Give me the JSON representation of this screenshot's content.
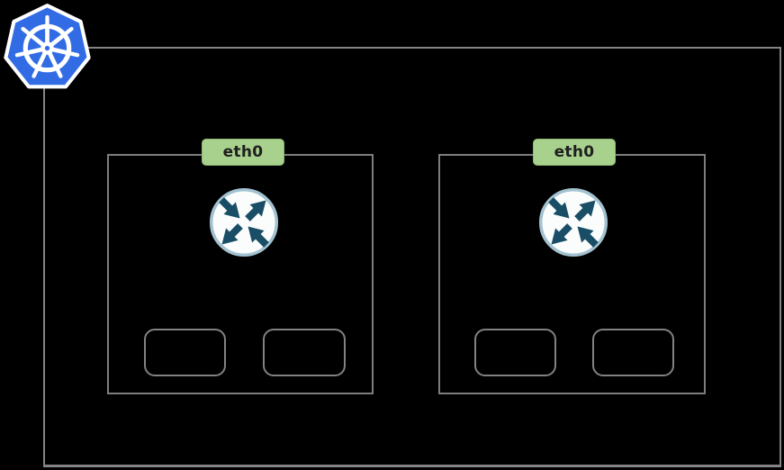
{
  "diagram": {
    "kind": "kubernetes-networking-diagram",
    "background_color": "#000000",
    "cluster": {
      "border_color": "#848484",
      "logo_icon": "kubernetes-logo",
      "logo_color": "#326ce5"
    },
    "nodes": [
      {
        "eth_label": "eth0",
        "router_icon": "router-icon",
        "pods": [
          "",
          ""
        ]
      },
      {
        "eth_label": "eth0",
        "router_icon": "router-icon",
        "pods": [
          "",
          ""
        ]
      }
    ],
    "badge_style": {
      "fill": "#a9d18e",
      "text_color": "#1f1f1f"
    },
    "router_style": {
      "fill": "#fbfdfd",
      "rim": "#a3c2d1",
      "arrow": "#1a4e66"
    },
    "line_color": "#7d7d7d"
  }
}
